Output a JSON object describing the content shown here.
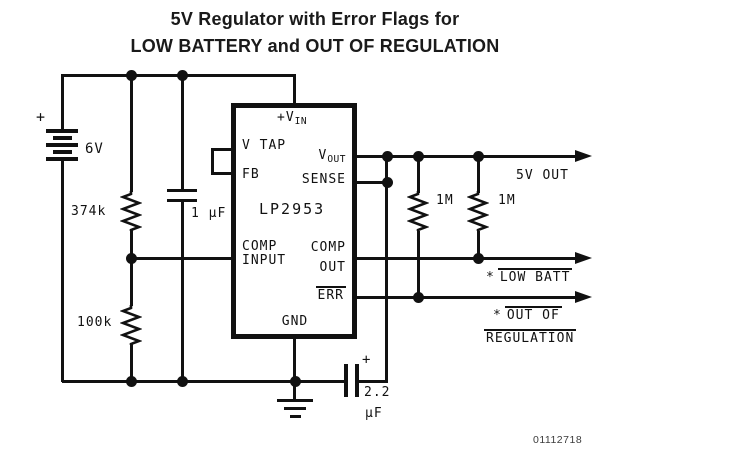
{
  "title": {
    "line1": "5V Regulator with Error Flags for",
    "line2": "LOW BATTERY and OUT OF REGULATION"
  },
  "ic": {
    "part": "LP2953",
    "pin_vin_base": "+V",
    "pin_vin_sub": "IN",
    "pin_vtap": "V TAP",
    "pin_fb": "FB",
    "pin_vout_base": "V",
    "pin_vout_sub": "OUT",
    "pin_sense": "SENSE",
    "pin_comp_input_1": "COMP",
    "pin_comp_input_2": "INPUT",
    "pin_comp_out_1": "COMP",
    "pin_comp_out_2": "OUT",
    "pin_err": "ERR",
    "pin_gnd": "GND"
  },
  "components": {
    "battery_polarity": "+",
    "battery_voltage": "6V",
    "r_upper": "374k",
    "r_lower": "100k",
    "c_in": "1 μF",
    "r_pullup_err": "1M",
    "r_pullup_comp": "1M",
    "c_out_polarity": "+",
    "c_out_value": "2.2",
    "c_out_unit": "μF"
  },
  "outputs": {
    "vout_label": "5V OUT",
    "lowbatt_star": "*",
    "lowbatt_label": "LOW BATT",
    "oor_star": "*",
    "oor_line1": "OUT OF",
    "oor_line2": "REGULATION"
  },
  "footer": {
    "doc_number": "01112718"
  },
  "colors": {
    "line": "#111111",
    "text": "#111111"
  }
}
